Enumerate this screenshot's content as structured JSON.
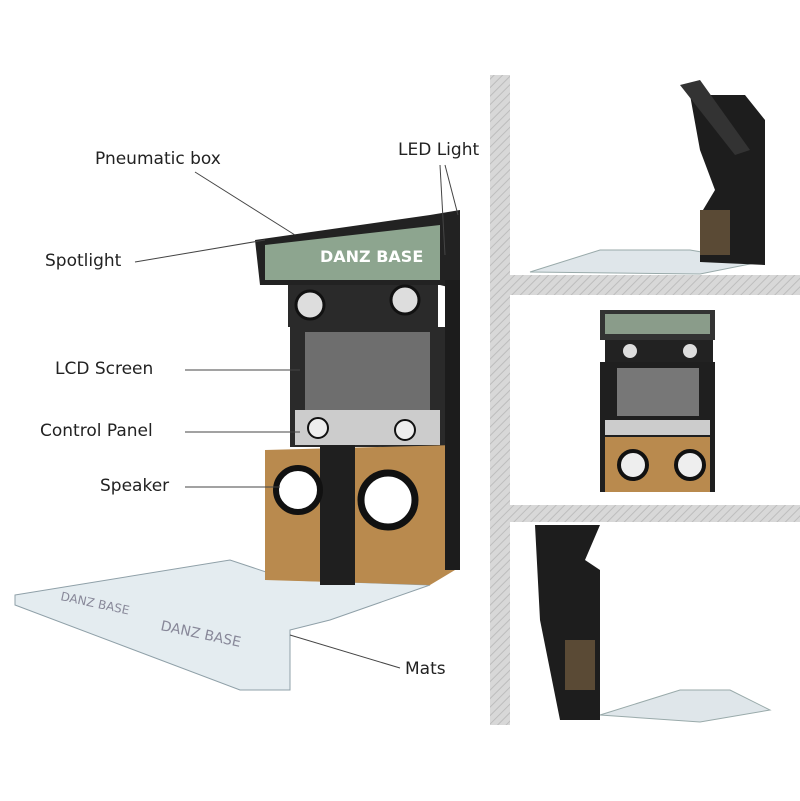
{
  "labels": {
    "pneumatic_box": "Pneumatic box",
    "led_light": "LED Light",
    "spotlight": "Spotlight",
    "lcd_screen": "LCD Screen",
    "control_panel": "Control Panel",
    "speaker": "Speaker",
    "mats": "Mats"
  },
  "logo_text": "DANZ BASE",
  "colors": {
    "cabinet": "#2a2a2a",
    "wood": "#b98a4e",
    "screen": "#6e6e6e",
    "panel_bg": "#cfcfcf",
    "mat": "#e4ecf0"
  }
}
